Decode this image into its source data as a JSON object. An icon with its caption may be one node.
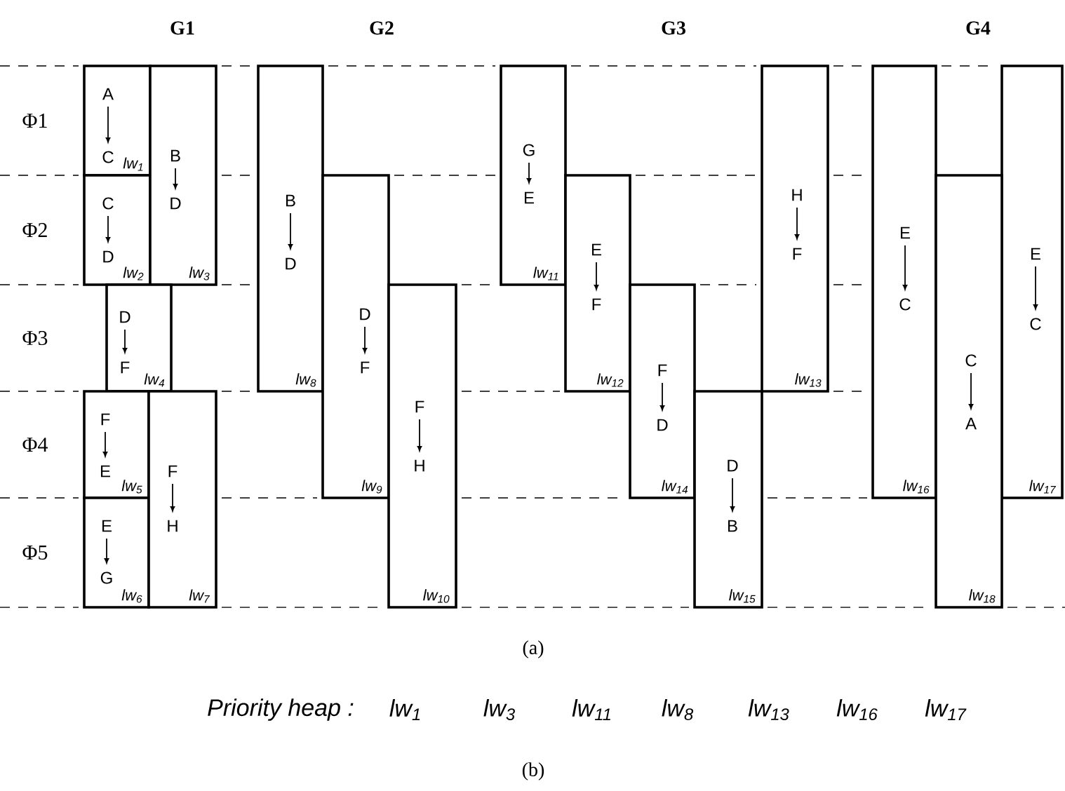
{
  "diagram": {
    "nodes": [
      {
        "text": [
          "A",
          "C",
          "lw$_{1}$"
        ]
      },
      {
        "text": [
          "C",
          "D",
          "lw$_{2}$"
        ]
      },
      {
        "text": [
          "B",
          "D",
          "lw$_{3}$"
        ]
      },
      {
        "text": [
          "D",
          "F",
          "lw$_{4}$"
        ]
      },
      {
        "text": [
          "F",
          "E",
          "lw$_{5}$"
        ]
      },
      {
        "text": [
          "E",
          "G",
          "lw$_{6}$"
        ]
      },
      {
        "text": [
          "F",
          "H",
          "lw$_{7}$"
        ]
      },
      {
        "text": [
          "B",
          "D",
          "lw$_{8}$"
        ]
      },
      {
        "text": [
          "D",
          "F",
          "lw$_{9}$"
        ]
      },
      {
        "text": [
          "F",
          "H",
          "lw$_{10}$"
        ]
      },
      {
        "text": [
          "G",
          "E",
          "lw$_{11}$"
        ]
      },
      {
        "text": [
          "E",
          "F",
          "lw$_{12}$"
        ]
      },
      {
        "text": [
          "H",
          "F",
          "lw$_{13}$"
        ]
      },
      {
        "text": [
          "F",
          "D",
          "lw$_{14}$"
        ]
      },
      {
        "text": [
          "D",
          "B",
          "lw$_{15}$"
        ]
      },
      {
        "text": [
          "E",
          "C",
          "lw$_{16}$"
        ]
      },
      {
        "text": [
          "E",
          "C",
          "lw$_{17}$"
        ]
      },
      {
        "text": [
          "C",
          "A",
          "lw$_{18}$"
        ]
      }
    ],
    "labels": [
      "G1",
      "G2",
      "G3",
      "G4",
      "Φ1",
      "Φ2",
      "Φ3",
      "Φ4",
      "Φ5",
      "(a)",
      "Priority heap :",
      "lw$_{1}$",
      "lw$_{3}$",
      "lw$_{11}$",
      "lw$_{8}$",
      "lw$_{13}$",
      "lw$_{16}$",
      "lw$_{17}$",
      "(b)"
    ]
  }
}
